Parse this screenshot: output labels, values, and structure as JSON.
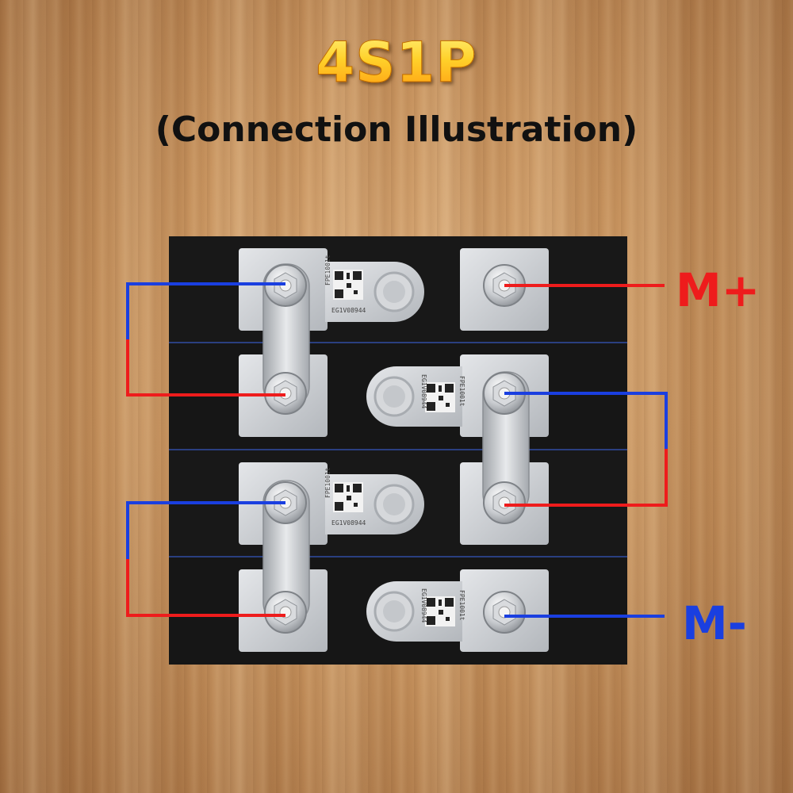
{
  "title": "4S1P",
  "subtitle": "(Connection Illustration)",
  "terminals": {
    "positive_label": "M+",
    "negative_label": "M-"
  },
  "cell_markings": {
    "code_a": "FPE1001t",
    "code_b": "EG1V08944"
  },
  "colors": {
    "positive_wire": "#ee1c1c",
    "negative_wire": "#1a3fe0",
    "title_gold": "#ffb21a",
    "cell_body": "#151515",
    "terminal_metal": "#c9ccd0"
  },
  "icons": [
    "qr-code-icon",
    "bolt-nut-icon",
    "vent-icon"
  ]
}
